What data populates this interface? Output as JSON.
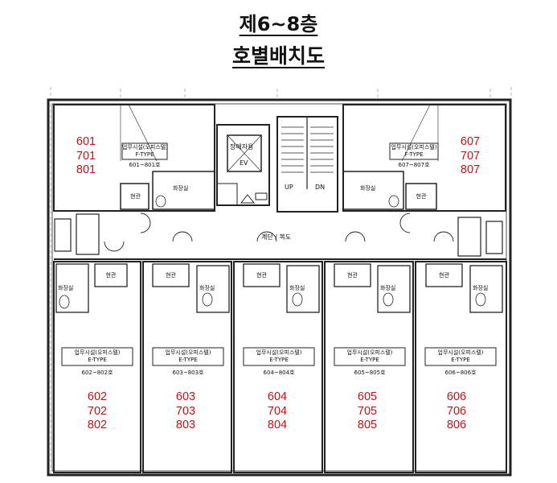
{
  "header": {
    "title_line1": "제6~8층",
    "title_line2": "호별배치도"
  },
  "core": {
    "elevator_label": "장애자용",
    "elevator_code": "EV",
    "stair_up": "UP",
    "stair_down": "DN",
    "corridor_label": "계단 / 복도"
  },
  "units_top": [
    {
      "side": "left",
      "use_label": "업무시설(오피스텔)",
      "type_label": "F-TYPE",
      "range_label": "601~801호",
      "numbers": [
        "601",
        "701",
        "801"
      ],
      "entrance_label": "현관",
      "bath_label": "화장실"
    },
    {
      "side": "right",
      "use_label": "업무시설(오피스텔)",
      "type_label": "F-TYPE",
      "range_label": "607~807호",
      "numbers": [
        "607",
        "707",
        "807"
      ],
      "entrance_label": "현관",
      "bath_label": "화장실"
    }
  ],
  "units_bottom": [
    {
      "use_label": "업무시설(오피스텔)",
      "type_label": "E-TYPE",
      "range_label": "602~802호",
      "numbers": [
        "602",
        "702",
        "802"
      ],
      "entrance_label": "현관",
      "bath_label": "화장실"
    },
    {
      "use_label": "업무시설(오피스텔)",
      "type_label": "E-TYPE",
      "range_label": "603~803호",
      "numbers": [
        "603",
        "703",
        "803"
      ],
      "entrance_label": "현관",
      "bath_label": "화장실"
    },
    {
      "use_label": "업무시설(오피스텔)",
      "type_label": "E-TYPE",
      "range_label": "604~804호",
      "numbers": [
        "604",
        "704",
        "804"
      ],
      "entrance_label": "현관",
      "bath_label": "화장실"
    },
    {
      "use_label": "업무시설(오피스텔)",
      "type_label": "E-TYPE",
      "range_label": "605~805호",
      "numbers": [
        "605",
        "705",
        "805"
      ],
      "entrance_label": "현관",
      "bath_label": "화장실"
    },
    {
      "use_label": "업무시설(오피스텔)",
      "type_label": "E-TYPE",
      "range_label": "606~806호",
      "numbers": [
        "606",
        "706",
        "806"
      ],
      "entrance_label": "현관",
      "bath_label": "화장실"
    }
  ],
  "colors": {
    "unit_number": "#c0121b",
    "line": "#222222"
  }
}
